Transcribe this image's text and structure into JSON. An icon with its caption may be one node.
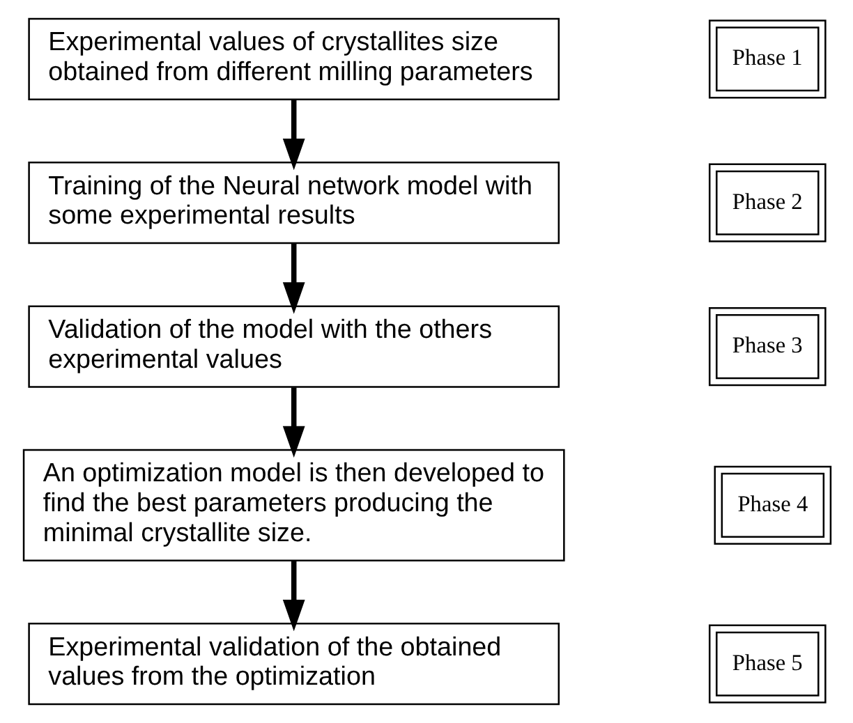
{
  "diagram": {
    "nodes": [
      {
        "text": [
          "Experimental values of crystallites size obtained from different milling parameters"
        ]
      },
      {
        "text": [
          "Training of the Neural network model with some experimental results"
        ]
      },
      {
        "text": [
          "Validation of the model with the others experimental values"
        ]
      },
      {
        "text": [
          "An optimization model is then developed to find the best parameters producing the minimal crystallite size."
        ]
      },
      {
        "text": [
          "Experimental validation of the obtained values from the optimization"
        ]
      },
      {
        "text": [
          "Phase 1"
        ]
      },
      {
        "text": [
          "Phase 2"
        ]
      },
      {
        "text": [
          "Phase 3"
        ]
      },
      {
        "text": [
          "Phase 4"
        ]
      },
      {
        "text": [
          "Phase 5"
        ]
      }
    ],
    "edges": [
      {
        "from": 0,
        "to": 1,
        "arrow": "to"
      },
      {
        "from": 1,
        "to": 2,
        "arrow": "to"
      },
      {
        "from": 2,
        "to": 3,
        "arrow": "to"
      },
      {
        "from": 3,
        "to": 4,
        "arrow": "to"
      }
    ]
  }
}
